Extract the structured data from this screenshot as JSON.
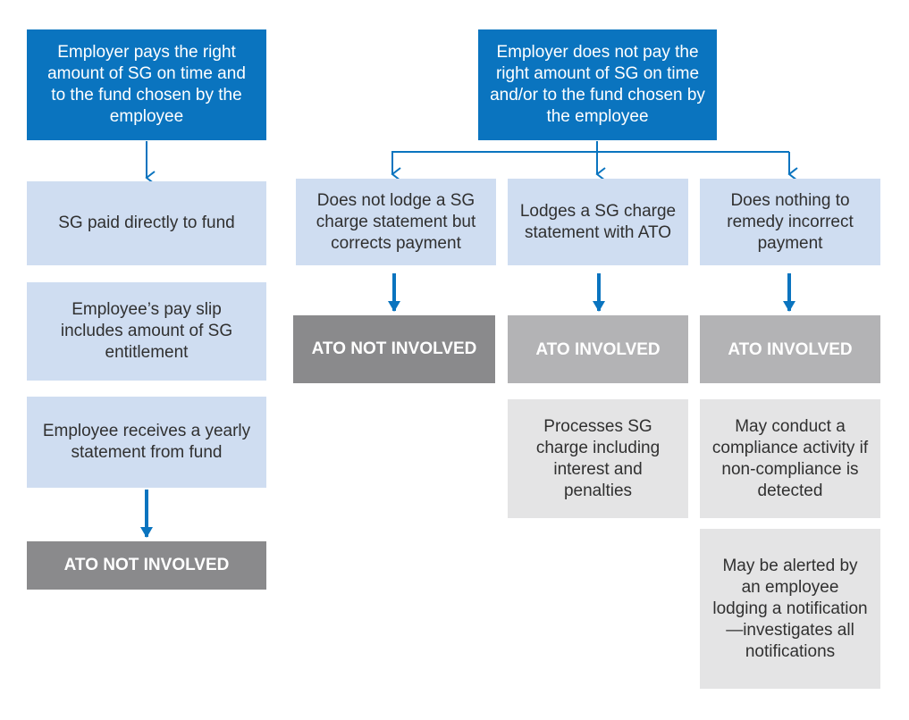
{
  "colors": {
    "primary_blue": "#0a74bf",
    "light_blue": "#cfddf1",
    "dark_grey": "#8a8a8c",
    "mid_grey": "#b3b3b5",
    "light_grey": "#e4e4e5",
    "arrow": "#0a74bf"
  },
  "left_branch": {
    "header": "Employer pays the right amount of SG on time and to the fund chosen by the employee",
    "steps": [
      "SG paid directly to fund",
      "Employee’s pay slip includes amount of SG entitlement",
      "Employee receives a yearly statement from fund"
    ],
    "outcome": "ATO NOT INVOLVED"
  },
  "right_branch": {
    "header": "Employer does not pay the right amount of SG on time and/or to the fund chosen by the employee",
    "options": [
      {
        "label": "Does not lodge a SG charge statement but corrects payment",
        "outcome": "ATO NOT INVOLVED",
        "details": []
      },
      {
        "label": "Lodges a SG charge statement with ATO",
        "outcome": "ATO INVOLVED",
        "details": [
          "Processes SG charge including interest and penalties"
        ]
      },
      {
        "label": "Does nothing to remedy incorrect payment",
        "outcome": "ATO INVOLVED",
        "details": [
          "May conduct a compliance activity if non-compliance is detected",
          "May be alerted by an employee lodging a notification—investigates all notifications"
        ]
      }
    ]
  }
}
